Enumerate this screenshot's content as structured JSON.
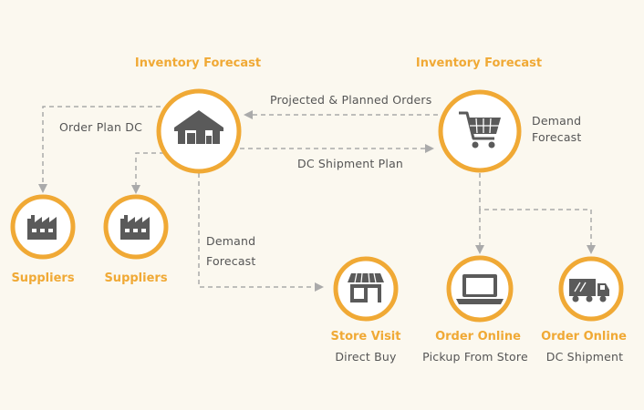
{
  "colors": {
    "accent": "#f0a935",
    "icon": "#5a5a5a",
    "line": "#aaaaaa",
    "background": "#fbf8ef"
  },
  "nodes": {
    "dc": {
      "title": "Inventory Forecast",
      "icon": "warehouse-icon"
    },
    "retail": {
      "title": "Inventory Forecast",
      "label_line1": "Demand",
      "label_line2": "Forecast",
      "icon": "shopping-cart-icon"
    },
    "supplier_a": {
      "label": "Suppliers",
      "icon": "factory-icon"
    },
    "supplier_b": {
      "label": "Suppliers",
      "icon": "factory-icon"
    },
    "store_visit": {
      "label": "Store Visit",
      "sublabel": "Direct Buy",
      "icon": "store-icon"
    },
    "order_pickup": {
      "label": "Order Online",
      "sublabel": "Pickup From Store",
      "icon": "laptop-icon"
    },
    "order_ship": {
      "label": "Order Online",
      "sublabel": "DC Shipment",
      "icon": "truck-icon"
    }
  },
  "edges": {
    "projected_orders": "Projected & Planned Orders",
    "order_plan": "Order Plan DC",
    "dc_shipment_plan": "DC Shipment Plan",
    "demand_forecast_line1": "Demand",
    "demand_forecast_line2": "Forecast"
  }
}
